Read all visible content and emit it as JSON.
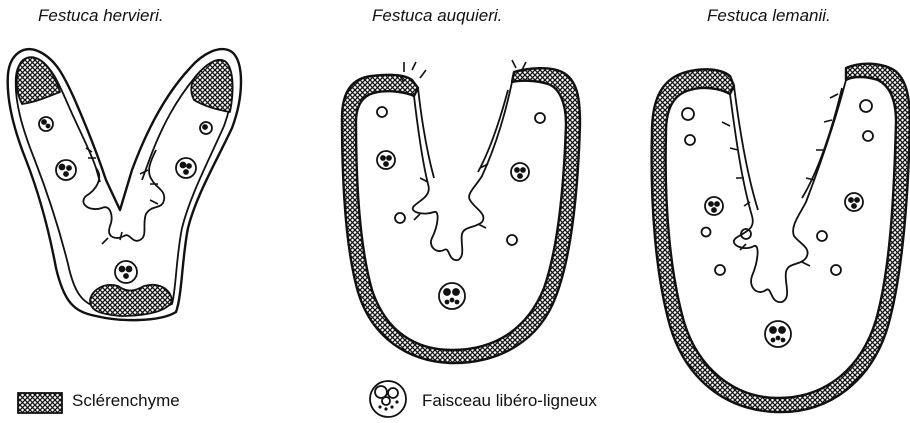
{
  "titles": {
    "f1": "Festuca hervieri.",
    "f2": "Festuca auquieri.",
    "f3": "Festuca lemanii."
  },
  "legend": {
    "sclerenchyme": "Sclérenchyme",
    "faisceau": "Faisceau libéro-ligneux"
  },
  "colors": {
    "ink": "#111111",
    "background": "#ffffff"
  }
}
